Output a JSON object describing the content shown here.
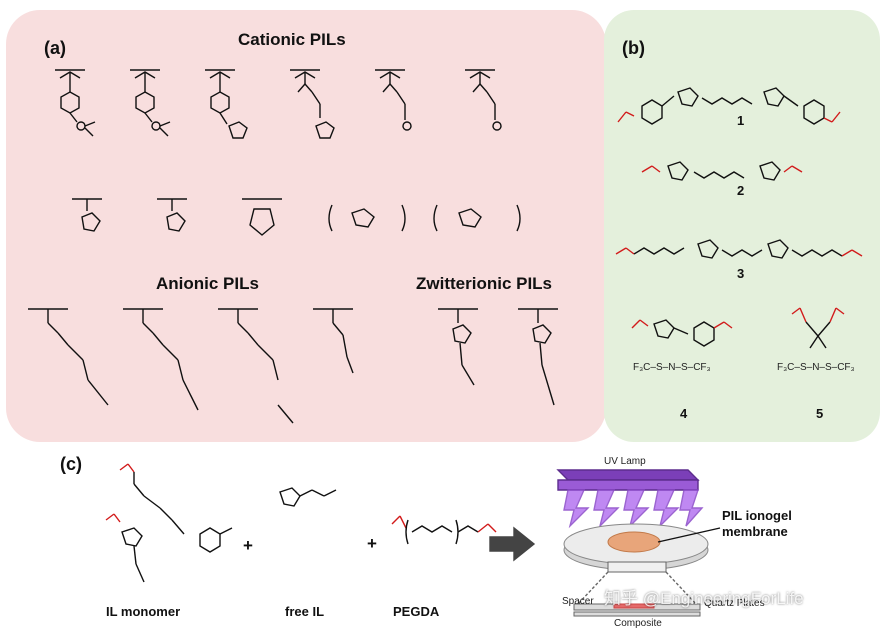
{
  "panel_a": {
    "letter": "(a)",
    "heading_cationic": "Cationic PILs",
    "heading_anionic": "Anionic PILs",
    "heading_zwitterionic": "Zwitterionic PILs"
  },
  "panel_b": {
    "letter": "(b)",
    "numbers": [
      "1",
      "2",
      "3",
      "4",
      "5"
    ],
    "anion_formula": "F₃C–S–N–S–CF₃"
  },
  "panel_c": {
    "letter": "(c)",
    "captions": {
      "monomer": "IL monomer",
      "free_il": "free IL",
      "pegda": "PEGDA"
    },
    "uv_lamp": "UV Lamp",
    "membrane_label": "PIL ionogel membrane",
    "spacer": "Spacer",
    "quartz": "Quartz Plates",
    "composite": "Composite",
    "plus": "+"
  },
  "watermark": "知乎 @EngineeringForLife"
}
